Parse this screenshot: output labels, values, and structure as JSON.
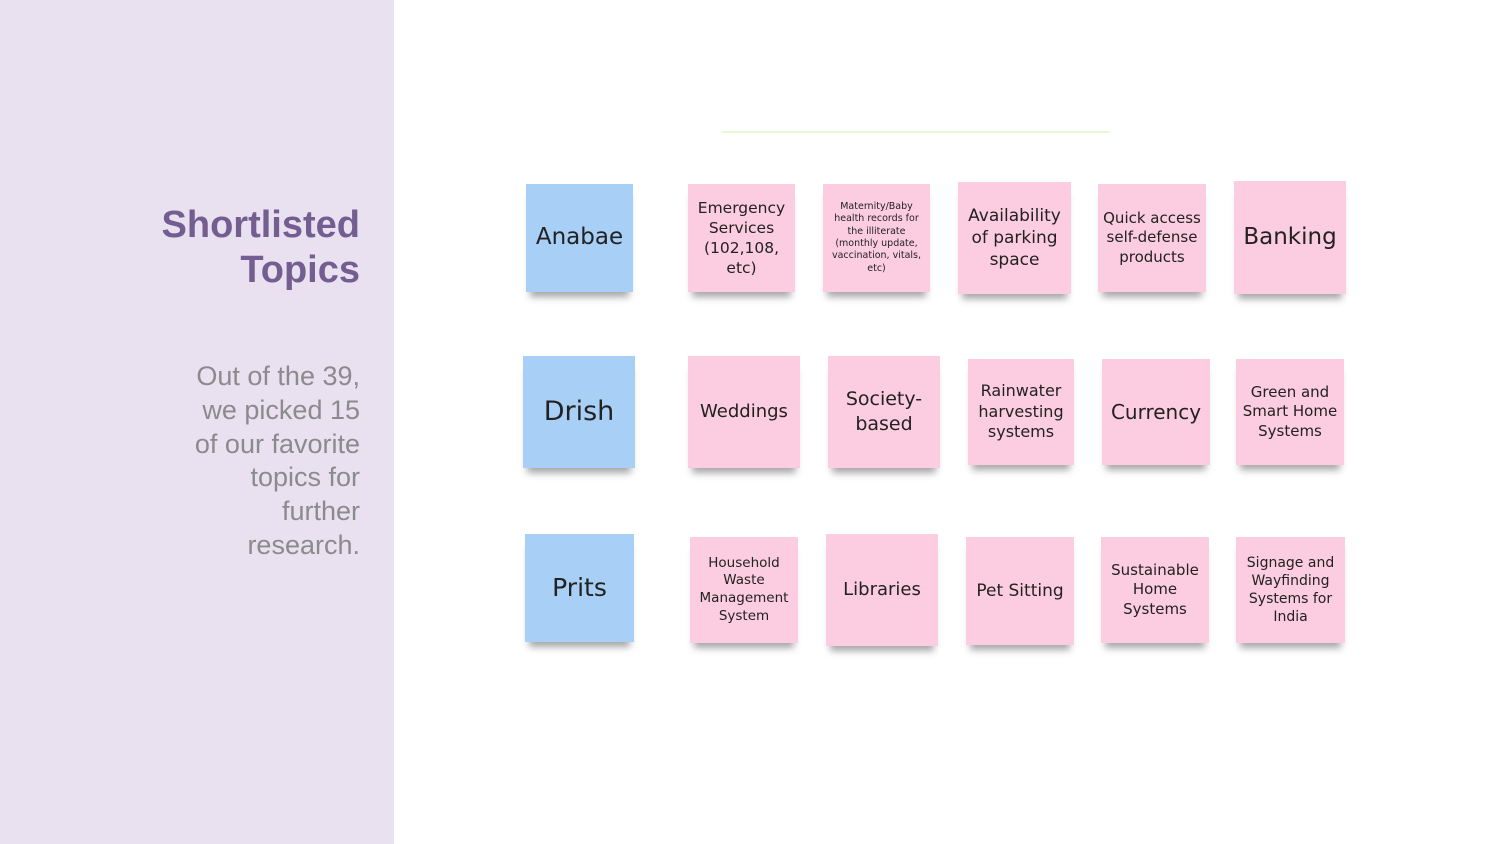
{
  "sidebar": {
    "title": "Shortlisted\nTopics",
    "subtitle": "Out of the 39,\nwe picked 15\nof our favorite\ntopics for\nfurther\nresearch."
  },
  "rows": [
    {
      "person": "Anabae",
      "topics": [
        "Emergency Services (102,108, etc)",
        "Maternity/Baby health records for the illiterate (monthly update, vaccination, vitals, etc)",
        "Availability of parking space",
        "Quick access self-defense products",
        "Banking"
      ]
    },
    {
      "person": "Drish",
      "topics": [
        "Weddings",
        "Society-based",
        "Rainwater harvesting systems",
        "Currency",
        "Green and Smart Home Systems"
      ]
    },
    {
      "person": "Prits",
      "topics": [
        "Household Waste Management System",
        "Libraries",
        "Pet Sitting",
        "Sustainable Home Systems",
        "Signage and Wayfinding Systems for India"
      ]
    }
  ],
  "colors": {
    "sidebar": "#e9e1f0",
    "title": "#735d91",
    "person_note": "#a8cff5",
    "topic_note": "#fccde0"
  }
}
